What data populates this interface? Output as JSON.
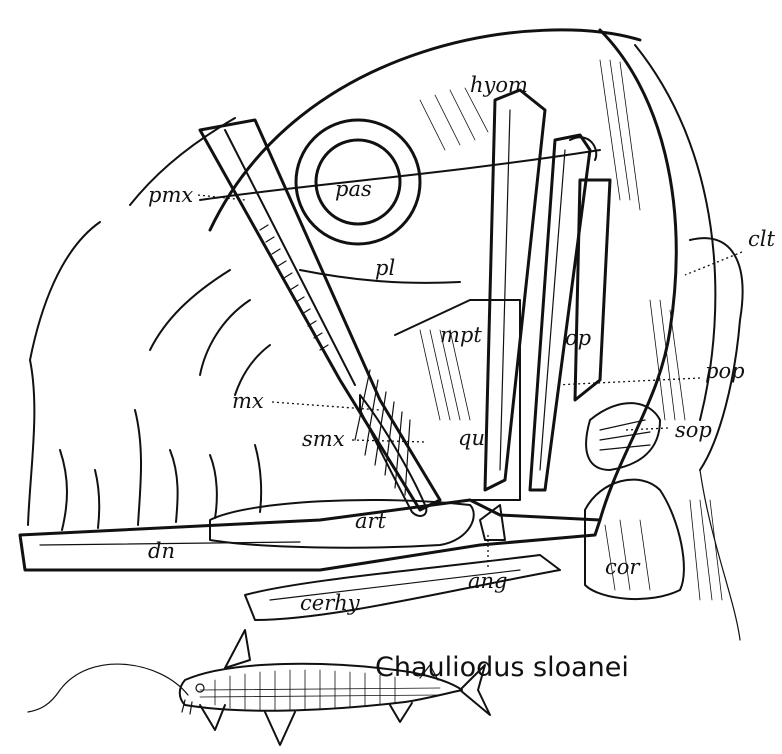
{
  "labels": {
    "hyom": "hyom",
    "pas": "pas",
    "pmx": "pmx",
    "pl": "pl",
    "clt": "clt",
    "mpt": "mpt",
    "op": "op",
    "pop": "pop",
    "mx": "mx",
    "sop": "sop",
    "smx": "smx",
    "qu": "qu",
    "art": "art",
    "dn": "dn",
    "cor": "cor",
    "ang": "ang",
    "cerhy": "cerhy"
  },
  "caption": "Chauliodus sloanei"
}
